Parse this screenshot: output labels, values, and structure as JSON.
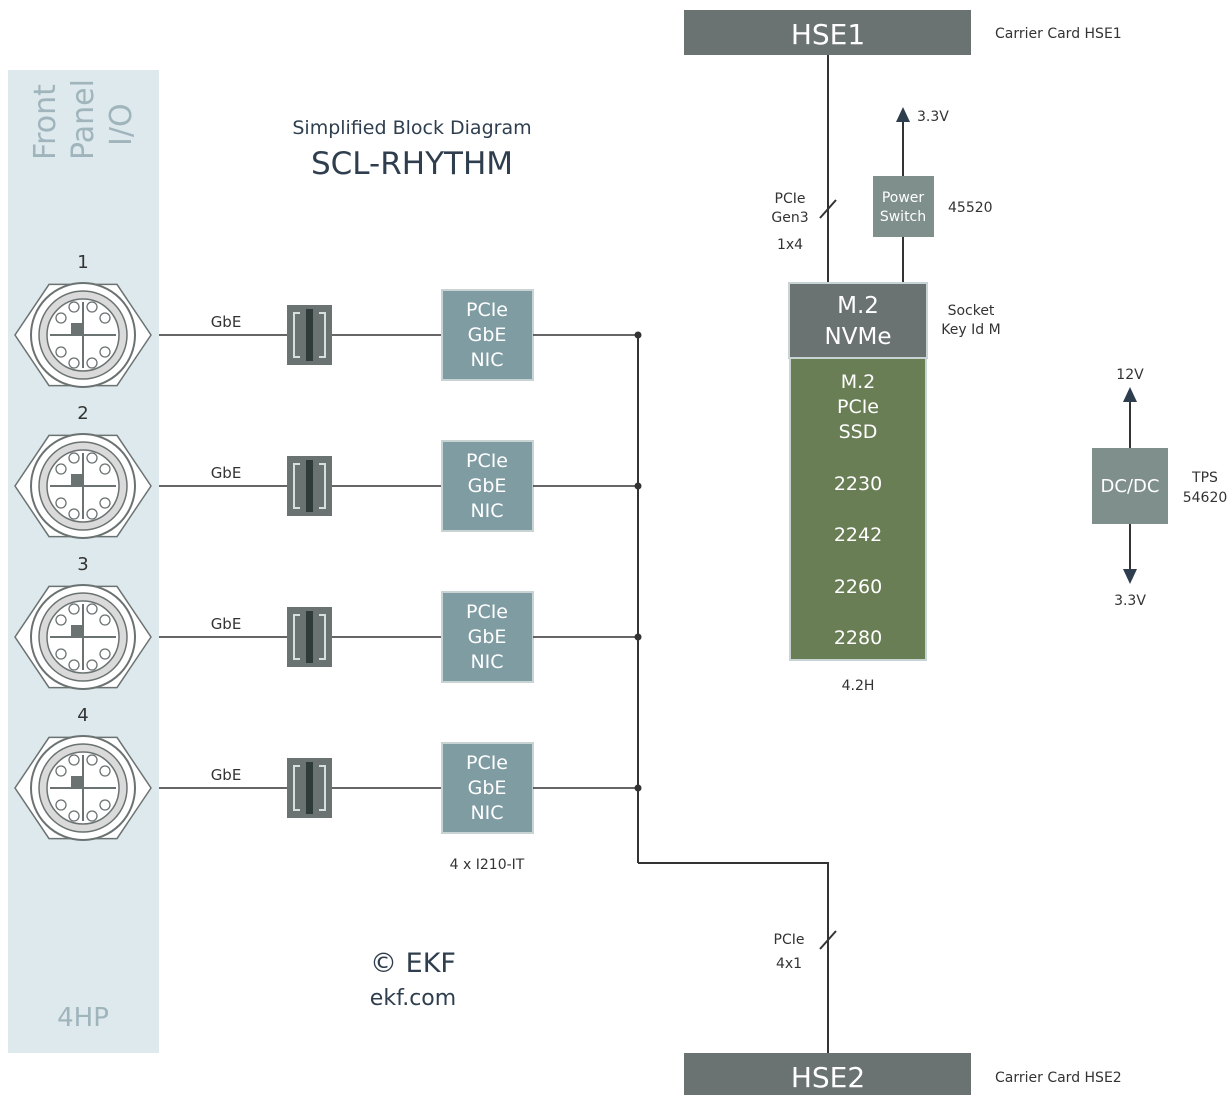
{
  "header": {
    "subtitle": "Simplified Block Diagram",
    "title": "SCL-RHYTHM"
  },
  "front_panel": {
    "label_lines": [
      "Front",
      "Panel",
      "I/O"
    ],
    "width_label": "4HP"
  },
  "ports": [
    {
      "number": "1",
      "link": "GbE",
      "nic_lines": [
        "PCIe",
        "GbE",
        "NIC"
      ]
    },
    {
      "number": "2",
      "link": "GbE",
      "nic_lines": [
        "PCIe",
        "GbE",
        "NIC"
      ]
    },
    {
      "number": "3",
      "link": "GbE",
      "nic_lines": [
        "PCIe",
        "GbE",
        "NIC"
      ]
    },
    {
      "number": "4",
      "link": "GbE",
      "nic_lines": [
        "PCIe",
        "GbE",
        "NIC"
      ]
    }
  ],
  "nic_caption": "4 x I210-IT",
  "hse1": {
    "label": "HSE1",
    "caption": "Carrier Card HSE1"
  },
  "hse2": {
    "label": "HSE2",
    "caption": "Carrier Card HSE2"
  },
  "pcie_upper": {
    "lines": [
      "PCIe",
      "Gen3"
    ],
    "lanes": "1x4"
  },
  "pcie_lower": {
    "lines": [
      "PCIe",
      "4x1"
    ]
  },
  "power_switch": {
    "lines": [
      "Power",
      "Switch"
    ],
    "part": "45520",
    "rail": "3.3V"
  },
  "m2_socket": {
    "lines": [
      "M.2",
      "NVMe"
    ],
    "caption_lines": [
      "Socket",
      "Key Id M"
    ]
  },
  "ssd": {
    "lines": [
      "M.2",
      "PCIe",
      "SSD"
    ],
    "sizes": [
      "2230",
      "2242",
      "2260",
      "2280"
    ],
    "caption": "4.2H"
  },
  "dcdc": {
    "label": "DC/DC",
    "input": "12V",
    "output": "3.3V",
    "part_lines": [
      "TPS",
      "54620"
    ]
  },
  "copyright": {
    "line1": "© EKF",
    "line2": "ekf.com"
  },
  "colors": {
    "panel": "#dde9ec",
    "panel_text": "#9fb4bb",
    "nic": "#7f9ca3",
    "hse": "#6b7272",
    "ssd": "#6a7e55",
    "gray_box": "#7f8f8c",
    "line": "#333333"
  }
}
